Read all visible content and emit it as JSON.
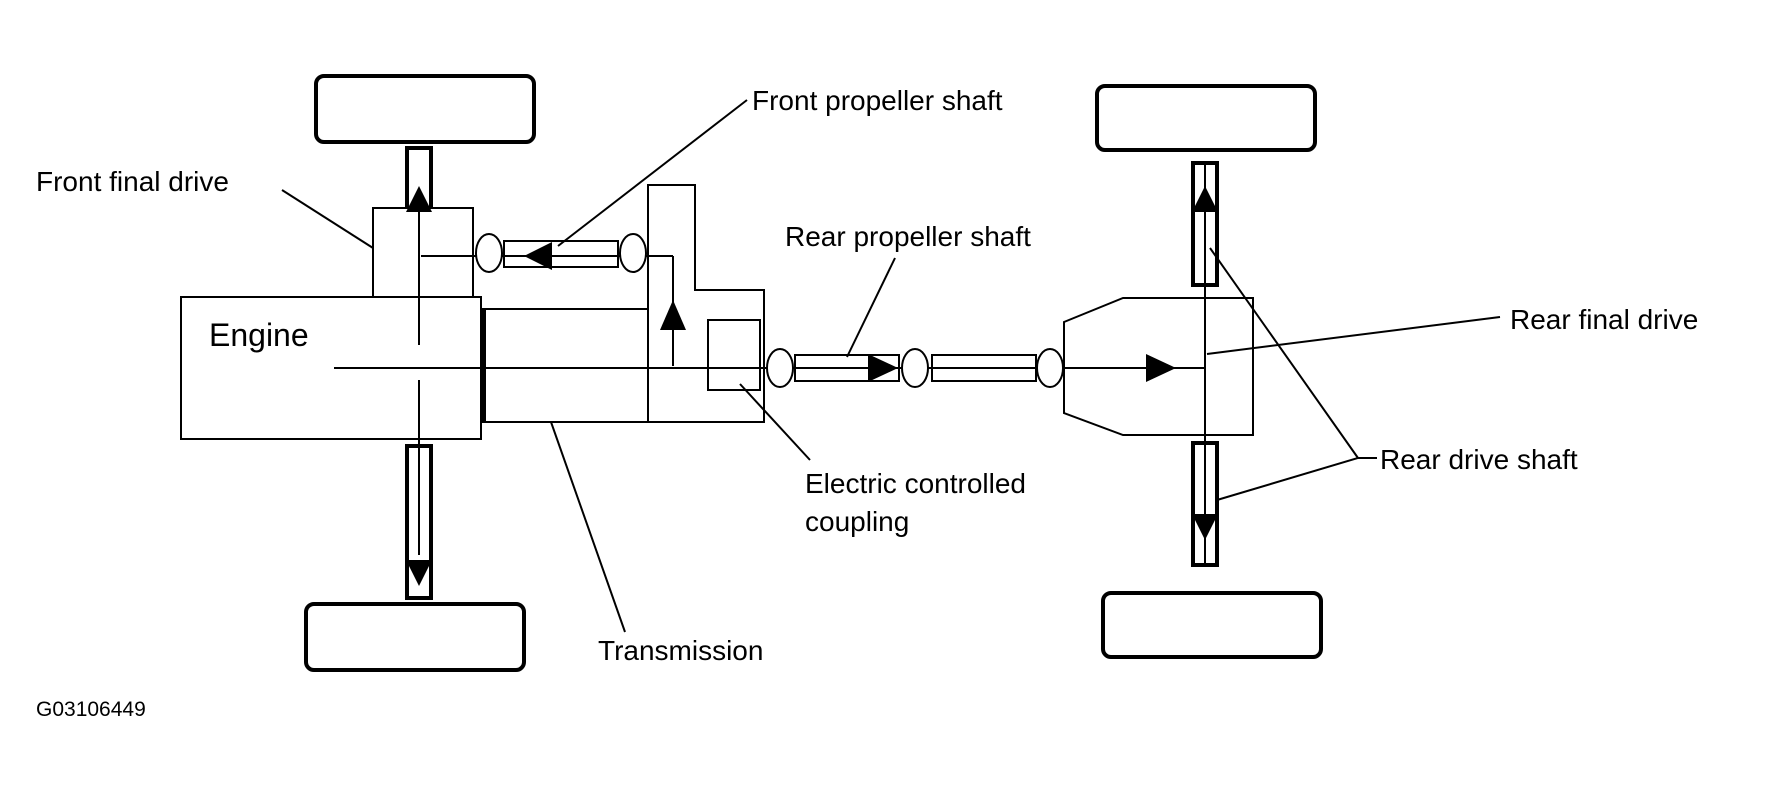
{
  "colors": {
    "line": "#000000",
    "background": "#ffffff"
  },
  "labels": {
    "engine": "Engine",
    "front_propeller_shaft": "Front propeller shaft",
    "front_final_drive": "Front final drive",
    "rear_propeller_shaft": "Rear propeller shaft",
    "rear_final_drive": "Rear final drive",
    "electric_coupling_line1": "Electric controlled",
    "electric_coupling_line2": "coupling",
    "rear_drive_shaft": "Rear drive shaft",
    "transmission": "Transmission",
    "figure_code": "G03106449"
  }
}
